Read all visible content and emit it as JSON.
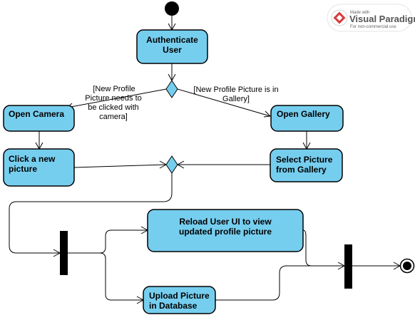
{
  "watermark": {
    "made_with": "Made with",
    "brand": "Visual Paradigm",
    "license": "For non-commercial use"
  },
  "actions": {
    "authenticate": [
      "Authenticate",
      "User"
    ],
    "open_camera": [
      "Open Camera"
    ],
    "open_gallery": [
      "Open Gallery"
    ],
    "click_picture": [
      "Click a new",
      "picture"
    ],
    "select_picture": [
      "Select Picture",
      "from Gallery"
    ],
    "reload_ui": [
      "Reload User UI to view",
      "updated profile picture"
    ],
    "upload": [
      "Upload Picture",
      "in Database"
    ]
  },
  "guards": {
    "camera": [
      "[New Profile",
      "Picture needs to",
      "be clicked with",
      "camera]"
    ],
    "gallery": [
      "[New Profile Picture is in",
      "Gallery]"
    ]
  },
  "colors": {
    "action_fill": "#76ceef",
    "stroke": "#000000"
  }
}
